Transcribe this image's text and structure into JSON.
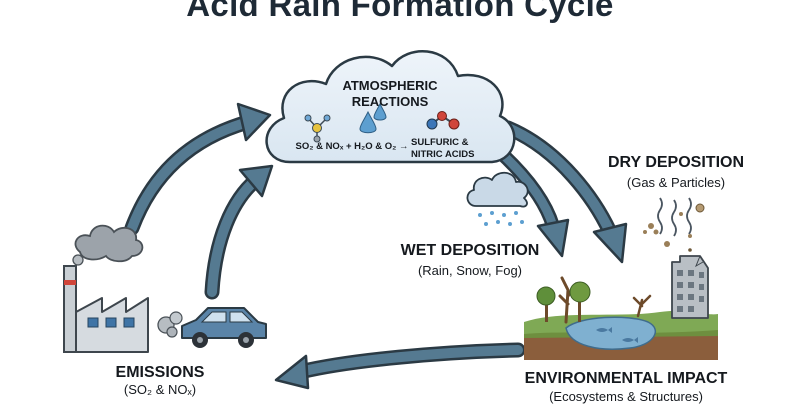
{
  "title": "Acid Rain Formation Cycle",
  "atmospheric": {
    "title_line1": "ATMOSPHERIC",
    "title_line2": "REACTIONS",
    "equation": "SO₂ & NOₓ + H₂O & O₂ →",
    "product_line1": "SULFURIC &",
    "product_line2": "NITRIC ACIDS"
  },
  "dry_deposition": {
    "title": "DRY DEPOSITION",
    "subtitle": "(Gas & Particles)"
  },
  "wet_deposition": {
    "title": "WET DEPOSITION",
    "subtitle": "(Rain, Snow, Fog)"
  },
  "emissions": {
    "title": "EMISSIONS",
    "subtitle": "(SO₂ & NOₓ)"
  },
  "environmental_impact": {
    "title": "ENVIRONMENTAL IMPACT",
    "subtitle": "(Ecosystems & Structures)"
  },
  "colors": {
    "arrow_fill": "#557a91",
    "arrow_stroke": "#2b3a44",
    "cloud_fill": "#e4eef6",
    "water": "#7fb0d0",
    "soil": "#8b5e3c",
    "grass": "#7fa955"
  }
}
